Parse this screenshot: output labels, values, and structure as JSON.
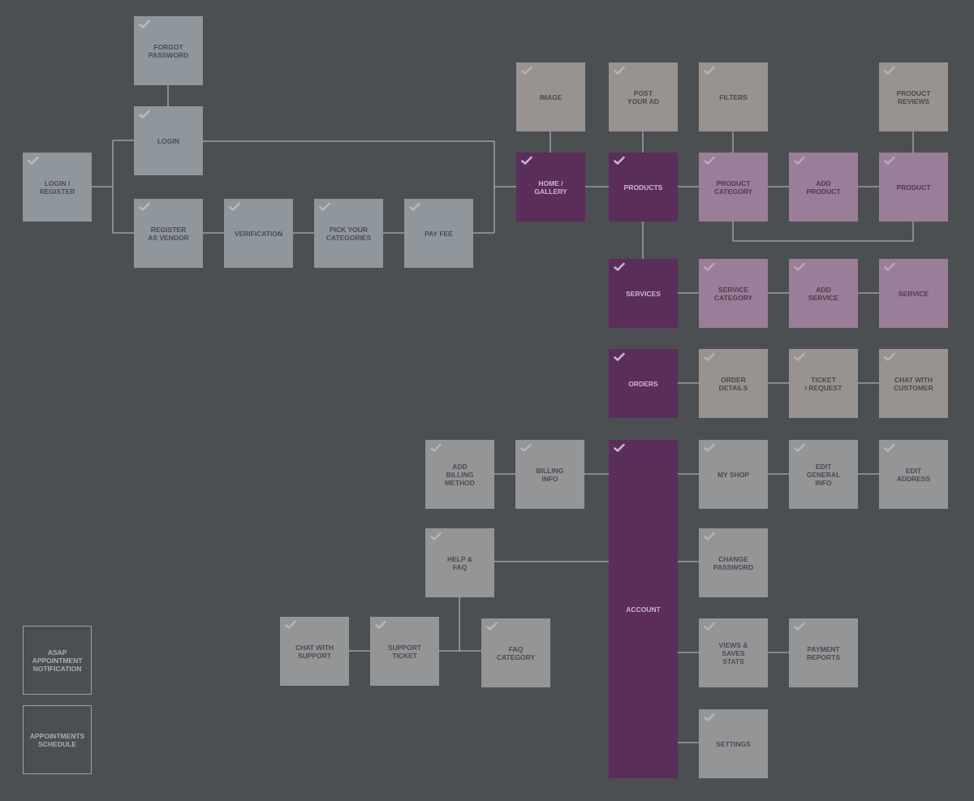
{
  "nodes": {
    "forgot_password": "FORGOT\nPASSWORD",
    "login": "LOGIN",
    "login_register": "LOGIN /\nREGISTER",
    "register_vendor": "REGISTER\nAS VENDOR",
    "verification": "VERIFICATION",
    "pick_categories": "PICK YOUR\nCATEGORIES",
    "pay_fee": "PAY FEE",
    "image": "IMAGE",
    "post_ad": "POST\nYOUR AD",
    "filters": "FILTERS",
    "product_reviews": "PRODUCT\nREVIEWS",
    "home_gallery": "HOME /\nGALLERY",
    "products": "PRODUCTS",
    "product_category": "PRODUCT\nCATEGORY",
    "add_product": "ADD\nPRODUCT",
    "product": "PRODUCT",
    "services": "SERVICES",
    "service_category": "SERVICE\nCATEGORY",
    "add_service": "ADD\nSERVICE",
    "service": "SERVICE",
    "orders": "ORDERS",
    "order_details": "ORDER\nDETAILS",
    "ticket_request": "TICKET\n/ REQUEST",
    "chat_customer": "CHAT WITH\nCUSTOMER",
    "add_billing": "ADD\nBILLING\nMETHOD",
    "billing_info": "BILLING\nINFO",
    "account": "ACCOUNT",
    "my_shop": "MY SHOP",
    "edit_general": "EDIT\nGENERAL\nINFO",
    "edit_address": "EDIT\nADDRESS",
    "help_faq": "HELP &\nFAQ",
    "change_password": "CHANGE\nPASSWORD",
    "chat_support": "CHAT WITH\nSUPPORT",
    "support_ticket": "SUPPORT\nTICKET",
    "faq_category": "FAQ\nCATEGORY",
    "views_saves": "VIEWS &\nSAVES\nSTATS",
    "payment_reports": "PAYMENT\nREPORTS",
    "settings": "SETTINGS",
    "asap_notification": "ASAP\nAPPOINTMENT\nNOTIFICATION",
    "appointments_schedule": "APPOINTMENTS\nSCHEDULE"
  },
  "colors": {
    "background": "#4c4f52",
    "connector": "#a8adb1",
    "gray": "#8f969c",
    "taupe": "#989390",
    "light_gray": "#939597",
    "purple": "#5b2d5b",
    "light_purple": "#9a7d99"
  },
  "icons": {
    "completed": "check-icon"
  }
}
